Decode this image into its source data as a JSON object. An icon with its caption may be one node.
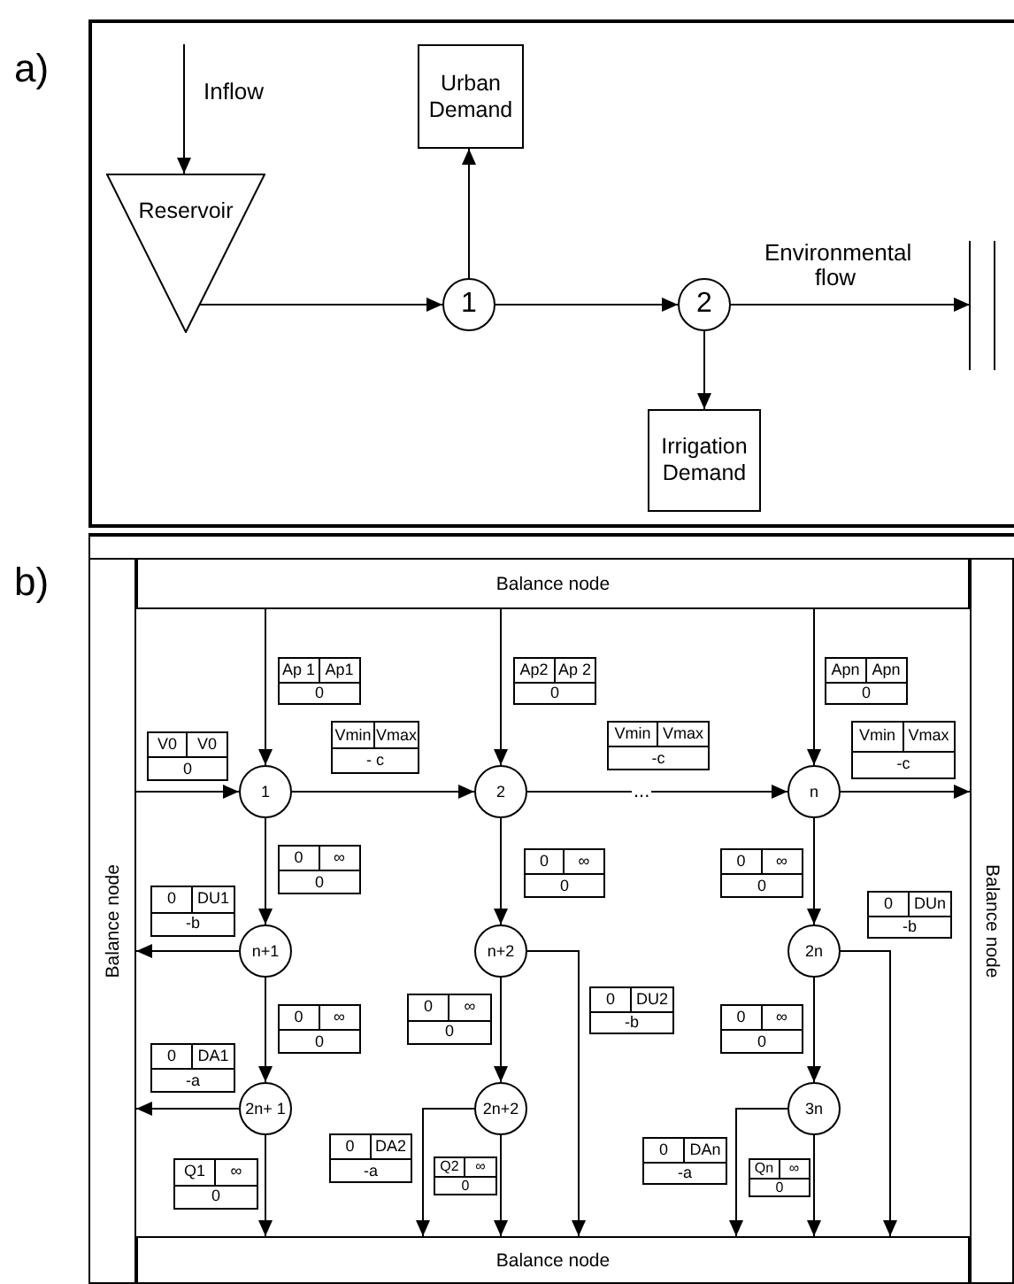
{
  "diagram": {
    "nodes": [
      {
        "text": [
          "Reservoir"
        ]
      },
      {
        "text": [
          "Urban Demand"
        ]
      },
      {
        "text": [
          "1"
        ]
      },
      {
        "text": [
          "2"
        ]
      },
      {
        "text": [
          "Irrigation Demand"
        ]
      },
      {
        "text": [],
        "shape": "bar"
      },
      {
        "text": [
          "Balance node"
        ]
      },
      {
        "text": [
          "Balance node"
        ]
      },
      {
        "text": [
          "Balance node"
        ]
      },
      {
        "text": [
          "Balance node"
        ]
      },
      {
        "text": [
          "1"
        ]
      },
      {
        "text": [
          "2"
        ]
      },
      {
        "text": [
          "n"
        ]
      },
      {
        "text": [
          "n+1"
        ]
      },
      {
        "text": [
          "n+2"
        ]
      },
      {
        "text": [
          "2n"
        ]
      },
      {
        "text": [
          "2n+ 1"
        ]
      },
      {
        "text": [
          "2n+2"
        ]
      },
      {
        "text": [
          "3n"
        ]
      },
      {
        "text": [
          "Ap 1",
          "Ap1",
          "0"
        ]
      },
      {
        "text": [
          "Ap2",
          "Ap 2",
          "0"
        ]
      },
      {
        "text": [
          "Apn",
          "Apn",
          "0"
        ]
      },
      {
        "text": [
          "V0",
          "V0",
          "0"
        ]
      },
      {
        "text": [
          "Vmin",
          "Vmax",
          "- c"
        ]
      },
      {
        "text": [
          "Vmin",
          "Vmax",
          "-c"
        ]
      },
      {
        "text": [
          "Vmin",
          "Vmax",
          "-c"
        ]
      },
      {
        "text": [
          "0",
          "∞",
          "0"
        ]
      },
      {
        "text": [
          "0",
          "∞",
          "0"
        ]
      },
      {
        "text": [
          "0",
          "∞",
          "0"
        ]
      },
      {
        "text": [
          "0",
          "DU1",
          "-b"
        ]
      },
      {
        "text": [
          "0",
          "DUn",
          "-b"
        ]
      },
      {
        "text": [
          "0",
          "DU2",
          "-b"
        ]
      },
      {
        "text": [
          "0",
          "∞",
          "0"
        ]
      },
      {
        "text": [
          "0",
          "∞",
          "0"
        ]
      },
      {
        "text": [
          "0",
          "∞",
          "0"
        ]
      },
      {
        "text": [
          "0",
          "DA1",
          "-a"
        ]
      },
      {
        "text": [
          "0",
          "DA2",
          "-a"
        ]
      },
      {
        "text": [
          "0",
          "DAn",
          "-a"
        ]
      },
      {
        "text": [
          "Q1",
          "∞",
          "0"
        ]
      },
      {
        "text": [
          "Q2",
          "∞",
          "0"
        ]
      },
      {
        "text": [
          "Qn",
          "∞",
          "0"
        ]
      }
    ],
    "edges": [
      {
        "from": null,
        "to": 0,
        "arrow": "to",
        "label": "Inflow"
      },
      {
        "from": 0,
        "to": 2,
        "arrow": "to"
      },
      {
        "from": 2,
        "to": 1,
        "arrow": "to"
      },
      {
        "from": 2,
        "to": 3,
        "arrow": "to"
      },
      {
        "from": 3,
        "to": 4,
        "arrow": "to"
      },
      {
        "from": 3,
        "to": 5,
        "arrow": "to",
        "label": "Environmental flow"
      },
      {
        "from": 6,
        "to": 10,
        "arrow": "to"
      },
      {
        "from": 6,
        "to": 11,
        "arrow": "to"
      },
      {
        "from": 6,
        "to": 12,
        "arrow": "to"
      },
      {
        "from": 7,
        "to": 10,
        "arrow": "to"
      },
      {
        "from": 10,
        "to": 11,
        "arrow": "to"
      },
      {
        "from": 11,
        "to": 12,
        "arrow": "to",
        "label": "..."
      },
      {
        "from": 12,
        "to": 8,
        "arrow": "to"
      },
      {
        "from": 10,
        "to": 13,
        "arrow": "to"
      },
      {
        "from": 11,
        "to": 14,
        "arrow": "to"
      },
      {
        "from": 12,
        "to": 15,
        "arrow": "to"
      },
      {
        "from": 13,
        "to": 7,
        "arrow": "to"
      },
      {
        "from": 14,
        "to": 9,
        "arrow": "to"
      },
      {
        "from": 15,
        "to": 9,
        "arrow": "to"
      },
      {
        "from": 13,
        "to": 16,
        "arrow": "to"
      },
      {
        "from": 14,
        "to": 17,
        "arrow": "to"
      },
      {
        "from": 15,
        "to": 18,
        "arrow": "to"
      },
      {
        "from": 16,
        "to": 7,
        "arrow": "to"
      },
      {
        "from": 16,
        "to": 9,
        "arrow": "to"
      },
      {
        "from": 17,
        "to": 9,
        "arrow": "to"
      },
      {
        "from": 17,
        "to": 9,
        "arrow": "to"
      },
      {
        "from": 18,
        "to": 9,
        "arrow": "to"
      },
      {
        "from": 18,
        "to": 9,
        "arrow": "to"
      }
    ],
    "labels": [
      "a)",
      "b)"
    ]
  }
}
